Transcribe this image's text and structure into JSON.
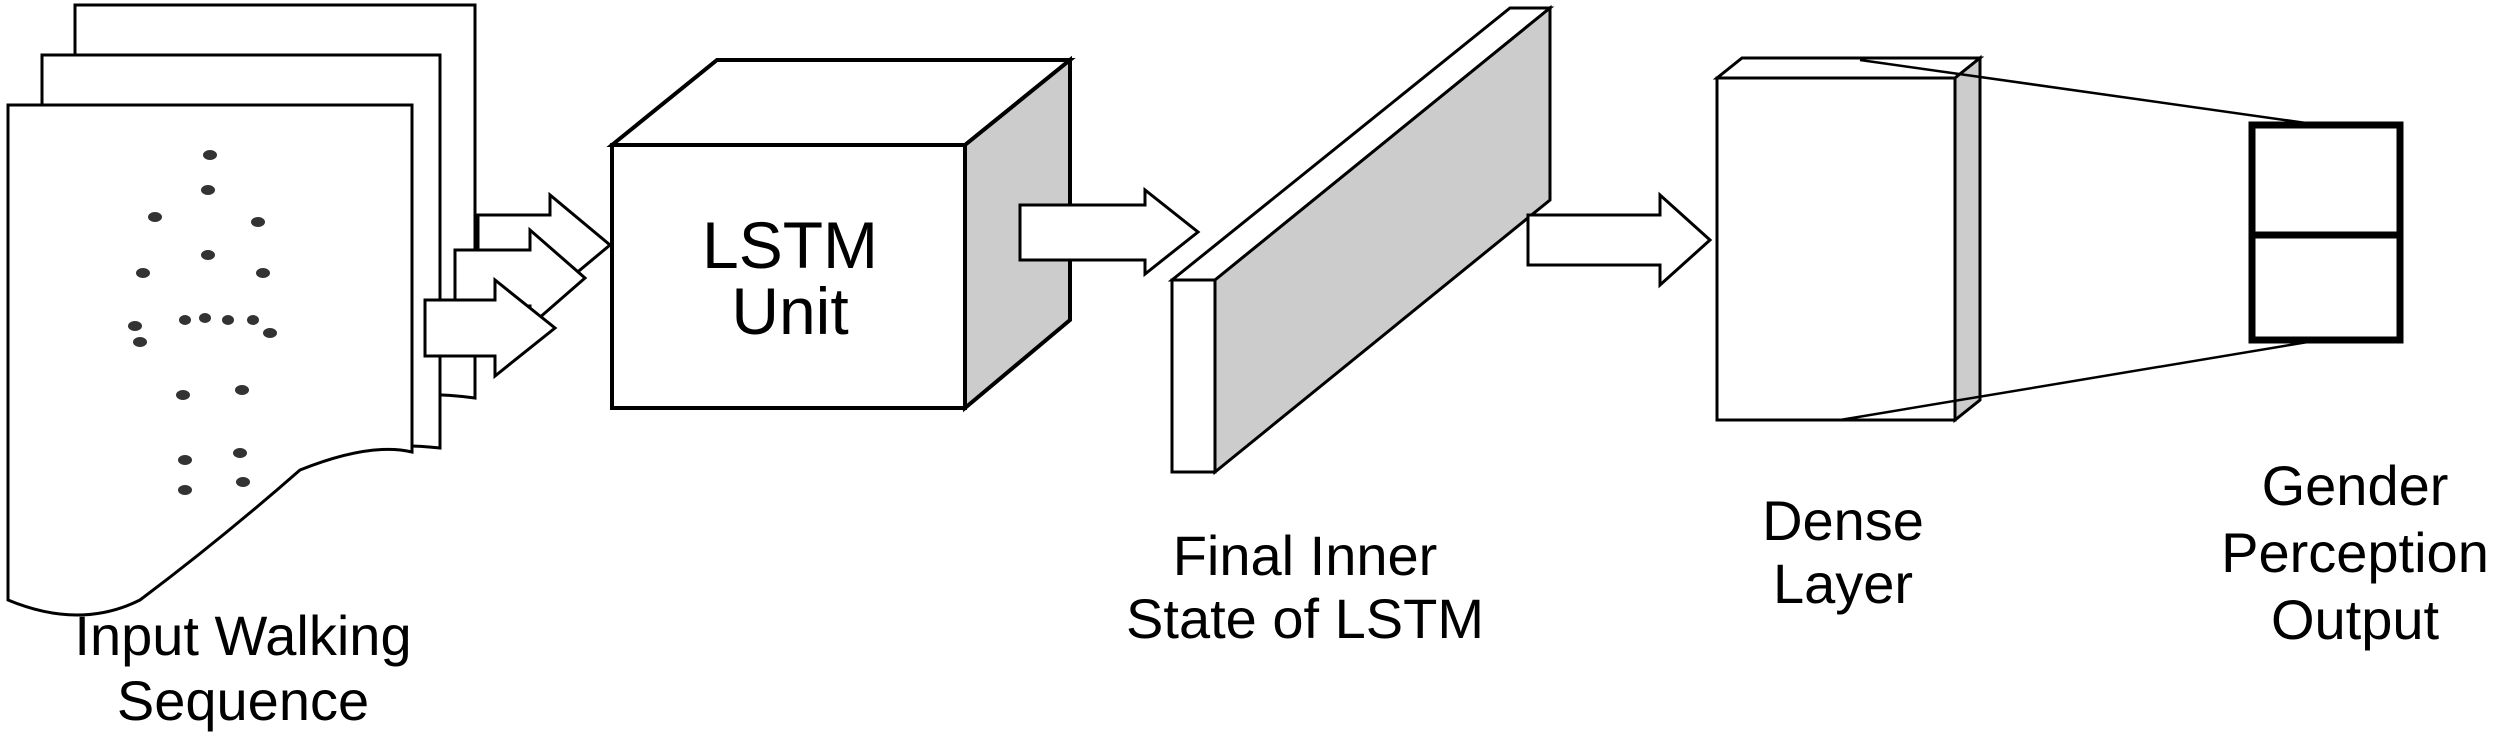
{
  "labels": {
    "input": [
      "Input Walking",
      "Sequence"
    ],
    "lstm_unit": [
      "LSTM",
      "Unit"
    ],
    "final_state": [
      "Final Inner",
      "State of LSTM"
    ],
    "dense": [
      "Dense",
      "Layer"
    ],
    "output": [
      "Gender",
      "Perception",
      "Output"
    ]
  },
  "colors": {
    "stroke": "#000000",
    "face": "#ffffff",
    "shade": "#cccccc",
    "joint": "#333333"
  }
}
